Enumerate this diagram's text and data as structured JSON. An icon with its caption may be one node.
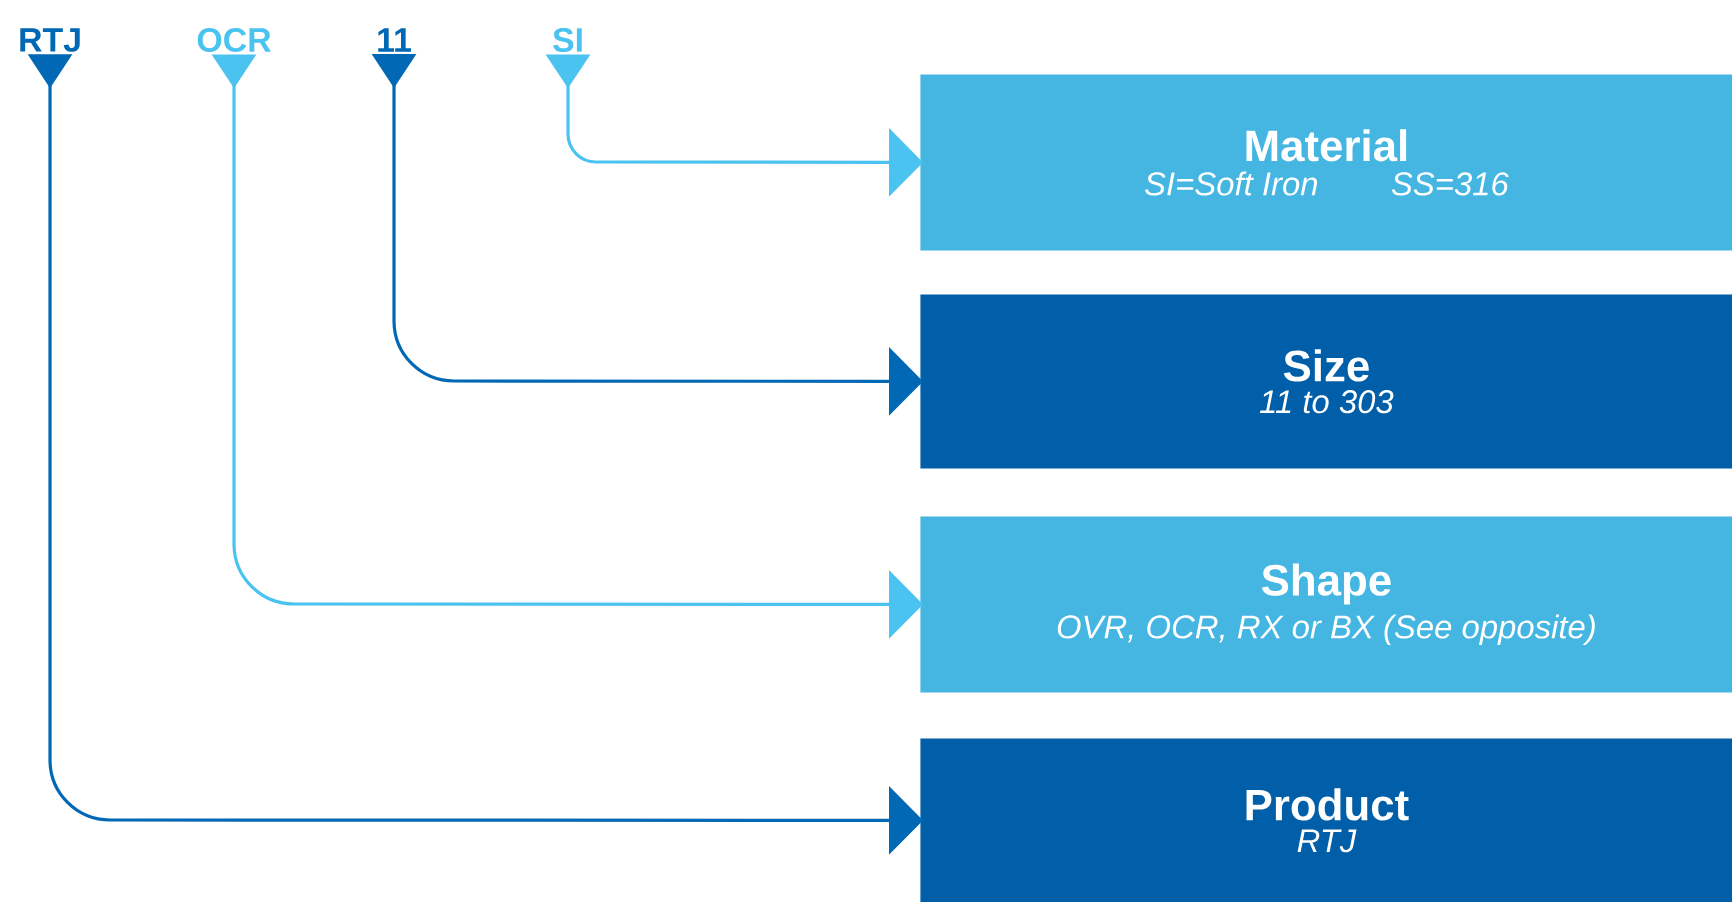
{
  "diagram": {
    "nodes": [
      {
        "text": [
          "RTJ"
        ]
      },
      {
        "text": [
          "OCR"
        ]
      },
      {
        "text": [
          "11"
        ]
      },
      {
        "text": [
          "SI"
        ]
      },
      {
        "text": [
          "Material",
          "SI=Soft Iron",
          "SS=316"
        ]
      },
      {
        "text": [
          "Size",
          "11 to 303"
        ]
      },
      {
        "text": [
          "Shape",
          "OVR, OCR, RX or BX  (See opposite)"
        ]
      },
      {
        "text": [
          "Product",
          "RTJ"
        ]
      }
    ],
    "edges": [
      {
        "from": 3,
        "to": 4,
        "arrow": "to",
        "color": "#4bc3f0"
      },
      {
        "from": 2,
        "to": 5,
        "arrow": "to",
        "color": "#0068b4"
      },
      {
        "from": 1,
        "to": 6,
        "arrow": "to",
        "color": "#4bc3f0"
      },
      {
        "from": 0,
        "to": 7,
        "arrow": "to",
        "color": "#0068b4"
      }
    ]
  }
}
